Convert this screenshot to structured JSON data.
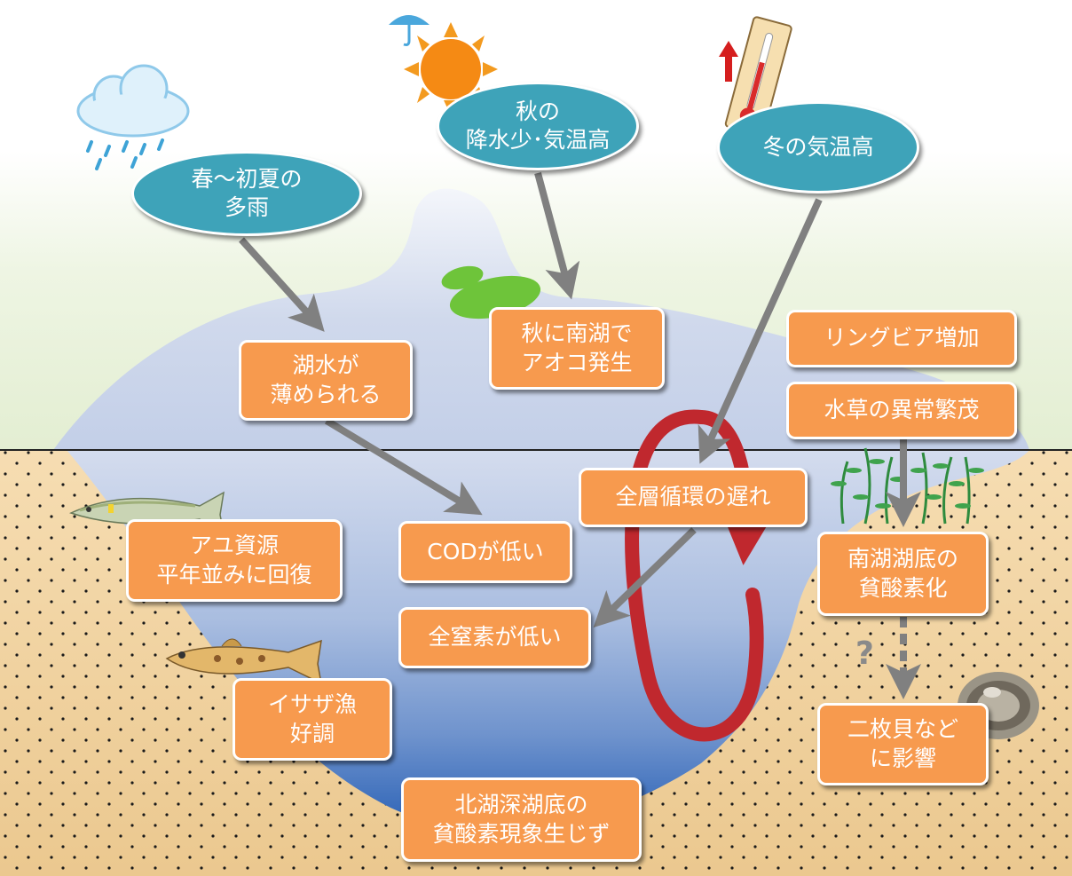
{
  "weather": [
    {
      "id": "spring",
      "lines": [
        "春～初夏の",
        "多雨"
      ]
    },
    {
      "id": "autumn",
      "lines": [
        "秋の",
        "降水少･気温高"
      ]
    },
    {
      "id": "winter",
      "lines": [
        "冬の気温高"
      ]
    }
  ],
  "effects": [
    {
      "id": "diluted",
      "lines": [
        "湖水が",
        "薄められる"
      ]
    },
    {
      "id": "aoko",
      "lines": [
        "秋に南湖で",
        "アオコ発生"
      ]
    },
    {
      "id": "lyngbya",
      "lines": [
        "リングビア増加"
      ]
    },
    {
      "id": "weeds",
      "lines": [
        "水草の異常繁茂"
      ]
    },
    {
      "id": "circulation",
      "lines": [
        "全層循環の遅れ"
      ]
    },
    {
      "id": "cod",
      "lines": [
        "CODが低い"
      ]
    },
    {
      "id": "nitrogen",
      "lines": [
        "全窒素が低い"
      ]
    },
    {
      "id": "ayu",
      "lines": [
        "アユ資源",
        "平年並みに回復"
      ]
    },
    {
      "id": "isaza",
      "lines": [
        "イサザ漁",
        "好調"
      ]
    },
    {
      "id": "south_anoxia",
      "lines": [
        "南湖湖底の",
        "貧酸素化"
      ]
    },
    {
      "id": "bivalves",
      "lines": [
        "二枚貝など",
        "に影響"
      ]
    },
    {
      "id": "north_anoxia",
      "lines": [
        "北湖深湖底の",
        "貧酸素現象生じず"
      ]
    }
  ],
  "question_mark": "?",
  "colors": {
    "box_fill": "#f79a4e",
    "oval_fill": "#3ea3b9",
    "arrow": "#808080",
    "circulation_arrow": "#c0282e",
    "water_top": "#c9d4ea",
    "water_deep": "#2f67b8",
    "land": "#e9f2dc",
    "sediment": "#efcf9a"
  }
}
